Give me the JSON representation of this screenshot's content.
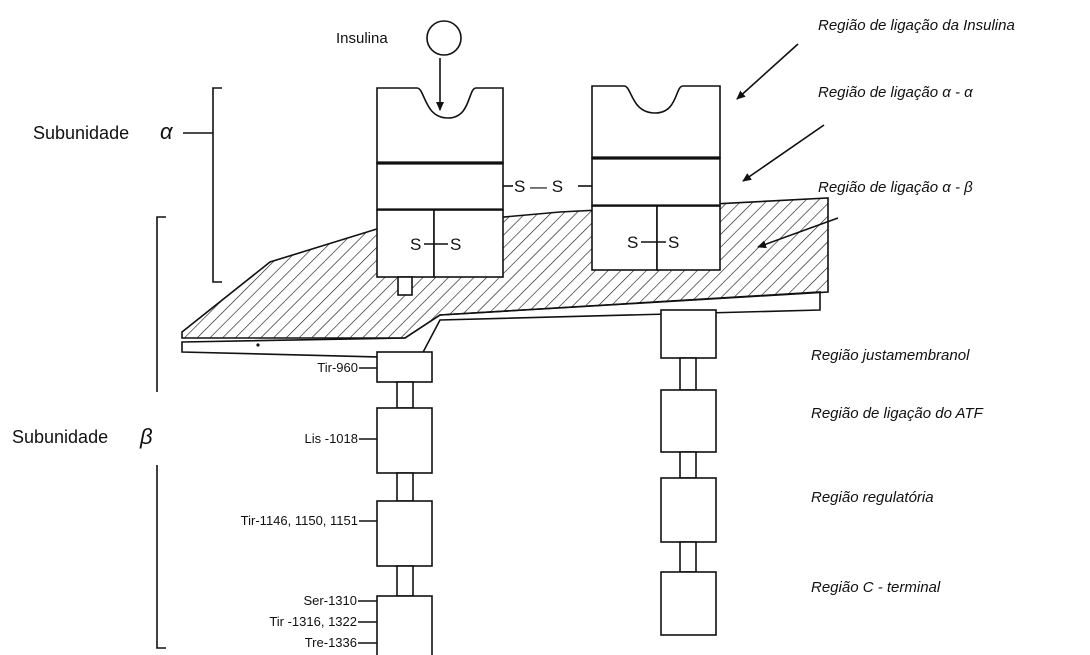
{
  "ligand": {
    "label": "Insulina"
  },
  "subunits": {
    "alpha": {
      "label": "Subunidade",
      "symbol": "α"
    },
    "beta": {
      "label": "Subunidade",
      "symbol": "β"
    }
  },
  "bonds": {
    "interchain": "S — S",
    "intrachain_left": "S",
    "intrachain_right": "S"
  },
  "regions": [
    "Região de ligação da Insulina",
    "Região de ligação  α - α",
    "Região de ligação  α - β",
    "Região justamembranol",
    "Região de ligação do ATF",
    "Região regulatória",
    "Região C - terminal"
  ],
  "residues": [
    "Tir-960",
    "Lis -1018",
    "Tir-1146, 1150, 1151",
    "Ser-1310",
    "Tir -1316, 1322",
    "Tre-1336"
  ]
}
